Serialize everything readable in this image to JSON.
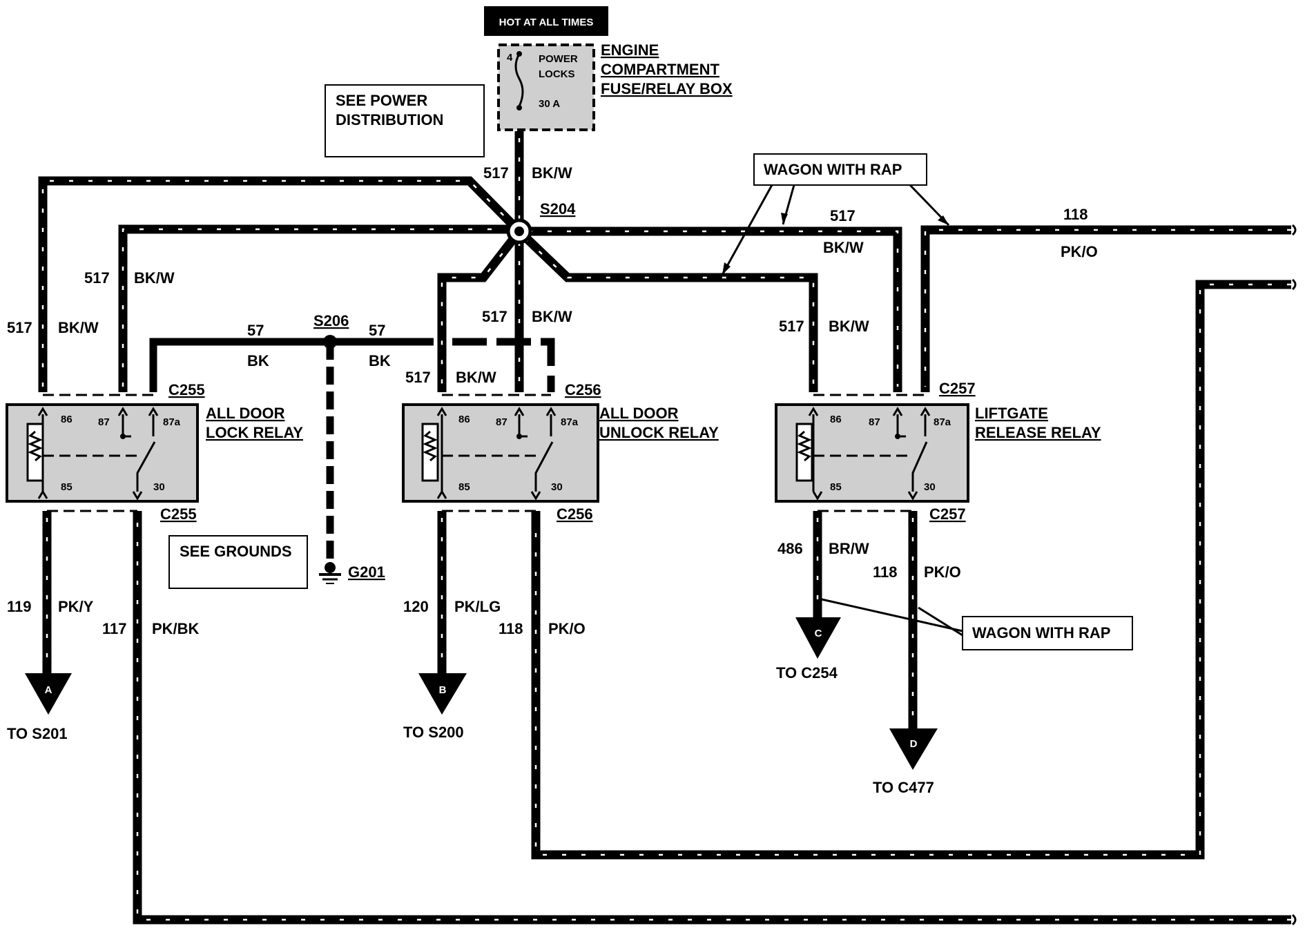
{
  "header": {
    "hot_label": "HOT AT ALL TIMES"
  },
  "fuse": {
    "number": "4",
    "name_line1": "POWER",
    "name_line2": "LOCKS",
    "rating": "30 A"
  },
  "fuse_box": {
    "line1": "ENGINE",
    "line2": "COMPARTMENT",
    "line3": "FUSE/RELAY BOX"
  },
  "notes": {
    "see_power_line1": "SEE POWER",
    "see_power_line2": "DISTRIBUTION",
    "see_grounds": "SEE GROUNDS",
    "wagon_top": "WAGON WITH RAP",
    "wagon_bottom": "WAGON WITH RAP"
  },
  "splices": {
    "s204": "S204",
    "s206": "S206",
    "ground": "G201"
  },
  "wires": {
    "w517": "517",
    "bkw": "BK/W",
    "w57": "57",
    "bk": "BK",
    "w118": "118",
    "pko": "PK/O",
    "w119": "119",
    "pky": "PK/Y",
    "w117": "117",
    "pkbk": "PK/BK",
    "w120": "120",
    "pklg": "PK/LG",
    "w486": "486",
    "brw": "BR/W"
  },
  "relays": {
    "lock": {
      "line1": "ALL DOOR",
      "line2": "LOCK RELAY",
      "connector": "C255"
    },
    "unlock": {
      "line1": "ALL DOOR",
      "line2": "UNLOCK RELAY",
      "connector": "C256"
    },
    "liftgate": {
      "line1": "LIFTGATE",
      "line2": "RELEASE RELAY",
      "connector": "C257"
    },
    "pins": {
      "p86": "86",
      "p87": "87",
      "p87a": "87a",
      "p85": "85",
      "p30": "30"
    }
  },
  "outputs": {
    "a": {
      "letter": "A",
      "dest": "TO S201"
    },
    "b": {
      "letter": "B",
      "dest": "TO S200"
    },
    "c": {
      "letter": "C",
      "dest": "TO C254"
    },
    "d": {
      "letter": "D",
      "dest": "TO C477"
    }
  }
}
